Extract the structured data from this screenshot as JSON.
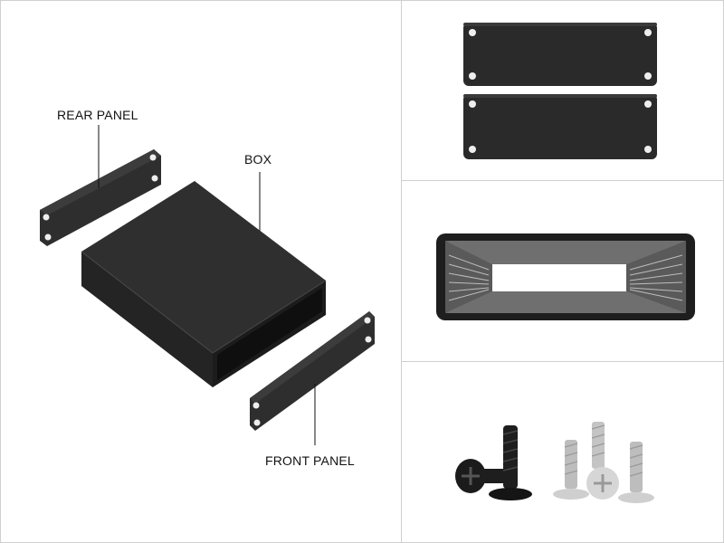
{
  "labels": {
    "rear_panel": "REAR PANEL",
    "box": "BOX",
    "front_panel": "FRONT PANEL"
  },
  "colors": {
    "metal_dark": "#2b2b2b",
    "metal_mid": "#3a3a3a",
    "metal_edge": "#1a1a1a",
    "divider": "#cfcfcf",
    "steel": "#c9c9c9"
  }
}
